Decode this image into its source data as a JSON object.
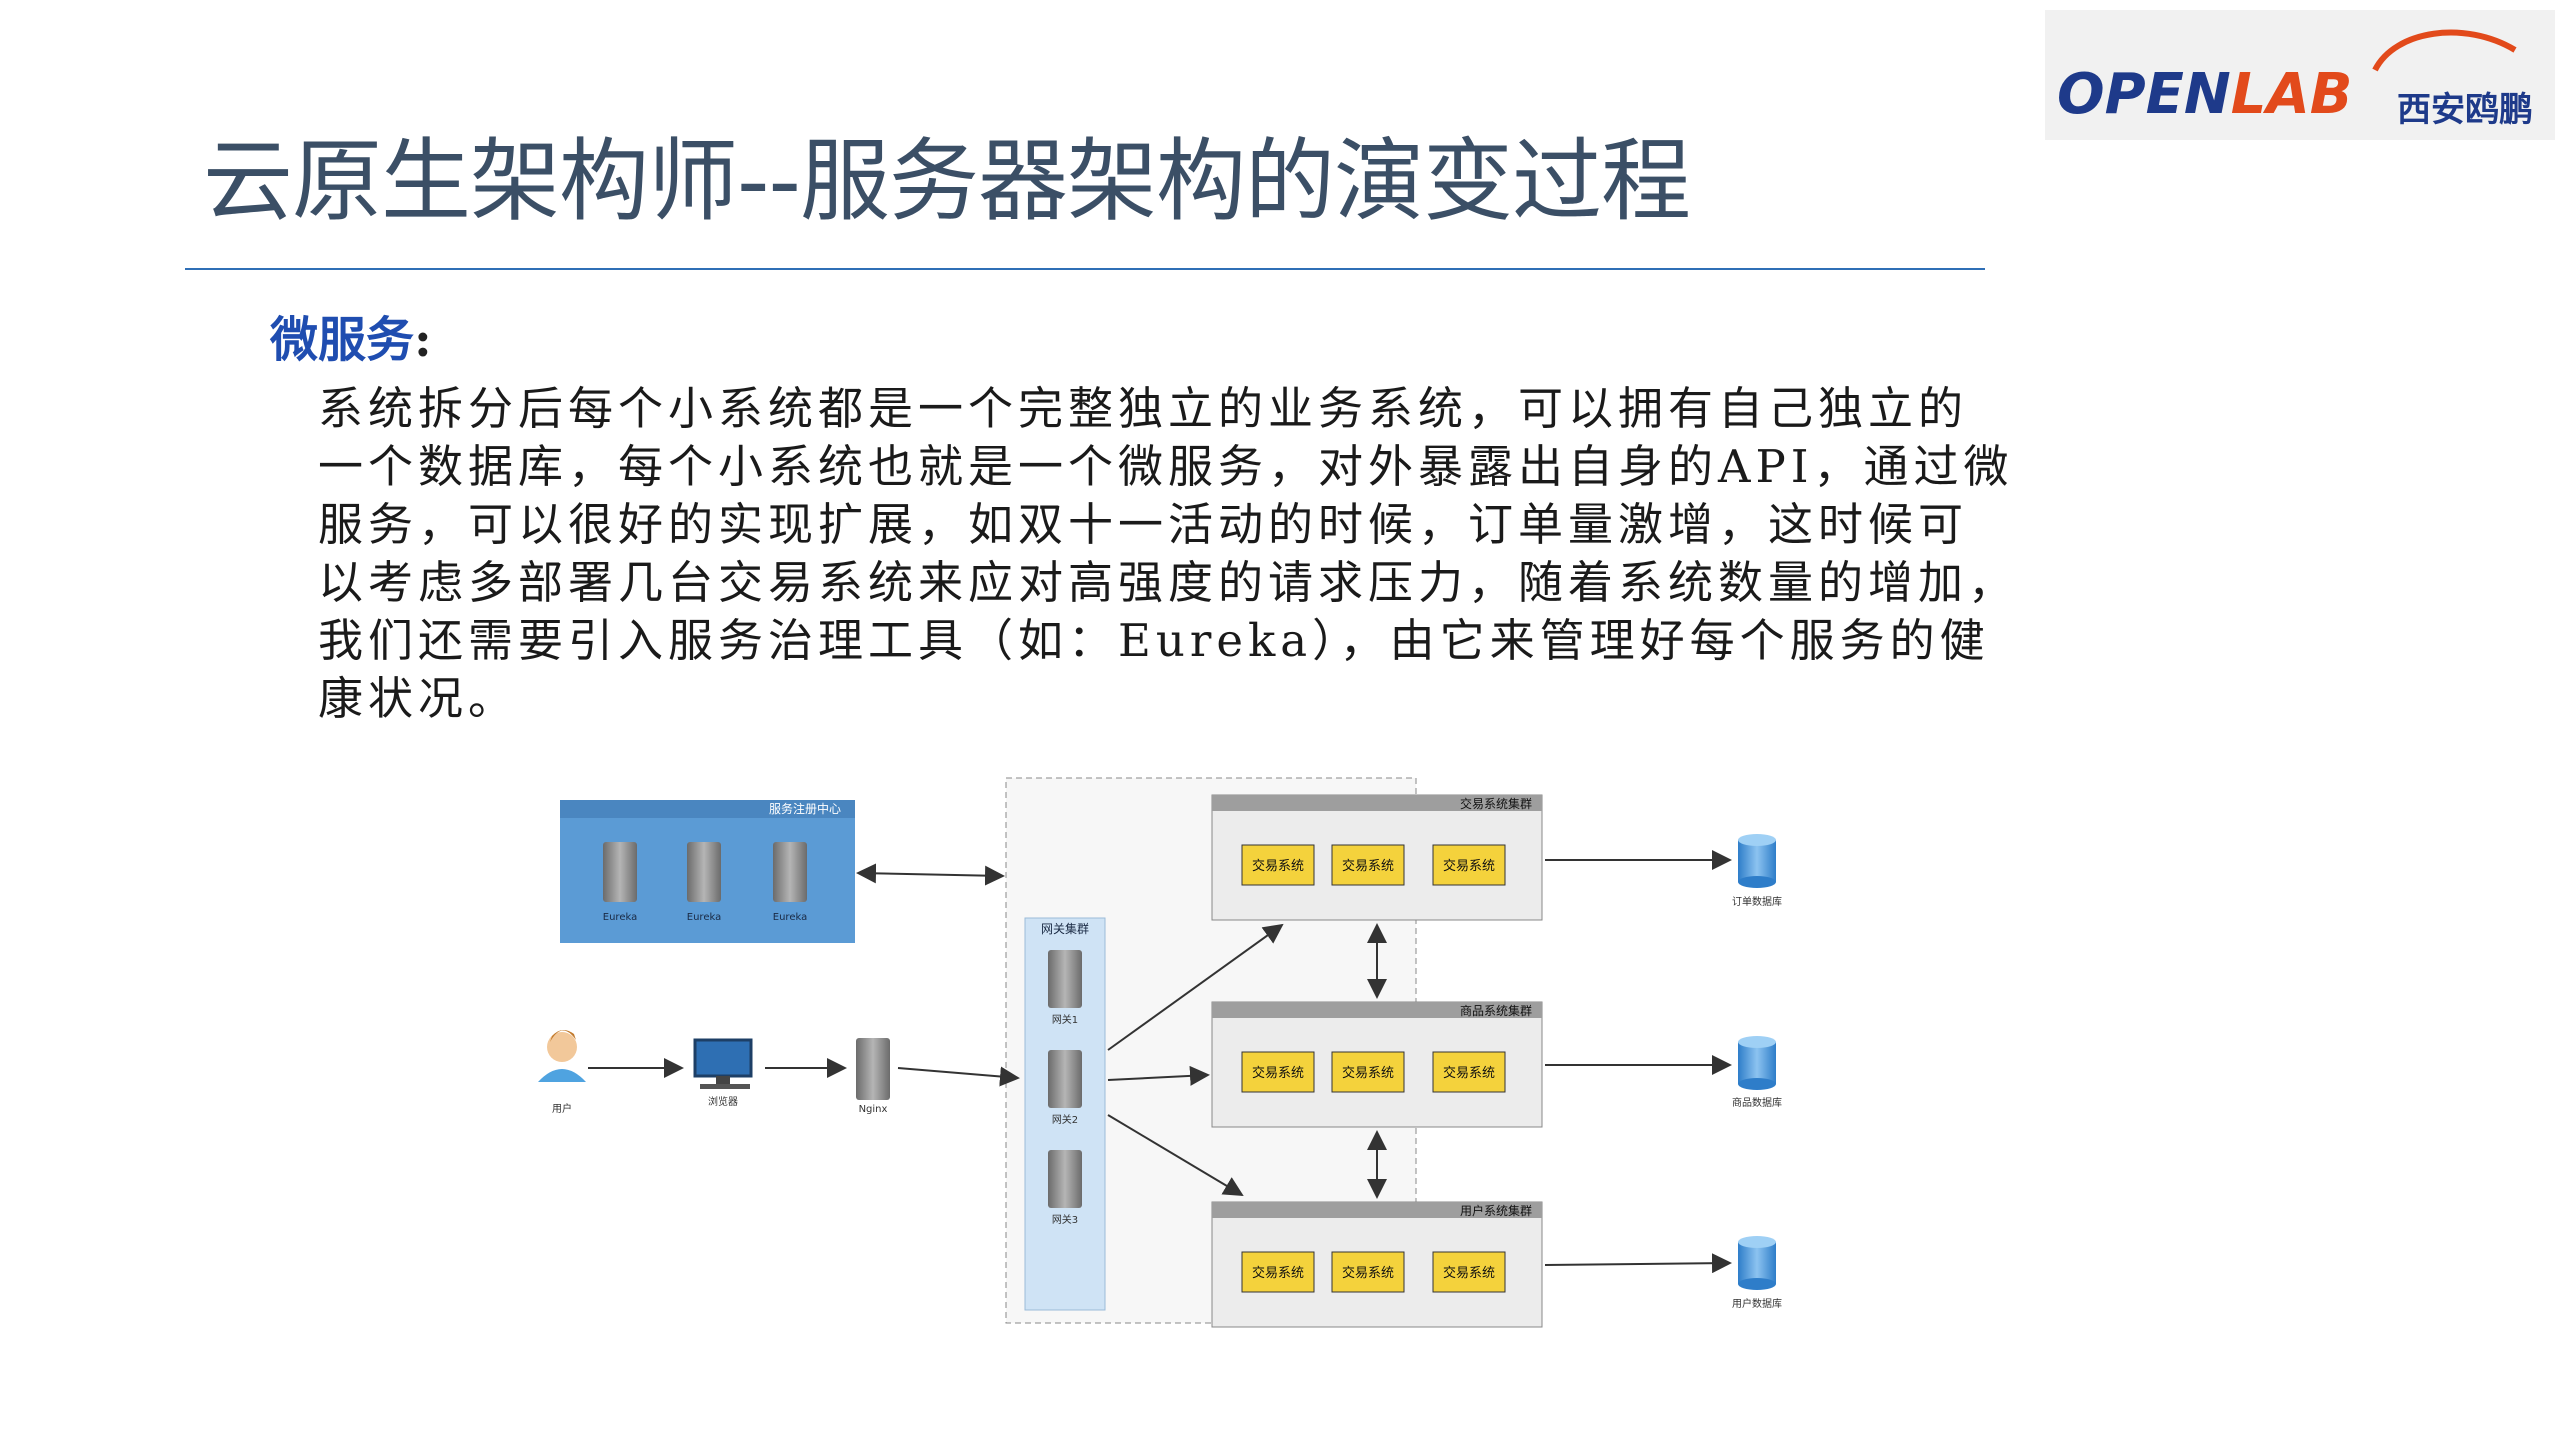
{
  "title": "云原生架构师--服务器架构的演变过程",
  "logo": {
    "brand_open": "OPEN",
    "brand_lab": "LAB",
    "brand_cn": "西安鸥鹏"
  },
  "section": {
    "heading": "微服务",
    "colon": ":"
  },
  "paragraph": [
    "系统拆分后每个小系统都是一个完整独立的业务系统，可以拥有自己独立的",
    "一个数据库，每个小系统也就是一个微服务，对外暴露出自身的API，通过微",
    "服务，可以很好的实现扩展，如双十一活动的时候，订单量激增，这时候可",
    "以考虑多部署几台交易系统来应对高强度的请求压力，随着系统数量的增加，",
    "我们还需要引入服务治理工具（如：Eureka），由它来管理好每个服务的健",
    "康状况。"
  ],
  "diagram": {
    "registry": {
      "title": "服务注册中心",
      "servers": [
        "Eureka",
        "Eureka",
        "Eureka"
      ]
    },
    "user_label": "用户",
    "browser_label": "浏览器",
    "nginx_label": "Nginx",
    "gateway": {
      "title": "网关集群",
      "nodes": [
        "网关1",
        "网关2",
        "网关3"
      ]
    },
    "clusters": [
      {
        "title": "交易系统集群",
        "services": [
          "交易系统",
          "交易系统",
          "交易系统"
        ],
        "db": "订单数据库"
      },
      {
        "title": "商品系统集群",
        "services": [
          "交易系统",
          "交易系统",
          "交易系统"
        ],
        "db": "商品数据库"
      },
      {
        "title": "用户系统集群",
        "services": [
          "交易系统",
          "交易系统",
          "交易系统"
        ],
        "db": "用户数据库"
      }
    ],
    "colors": {
      "registry": "#5b9bd5",
      "service_box": "#f4d23c",
      "cluster_bg": "#ececec",
      "cluster_header": "#9e9e9e"
    }
  }
}
